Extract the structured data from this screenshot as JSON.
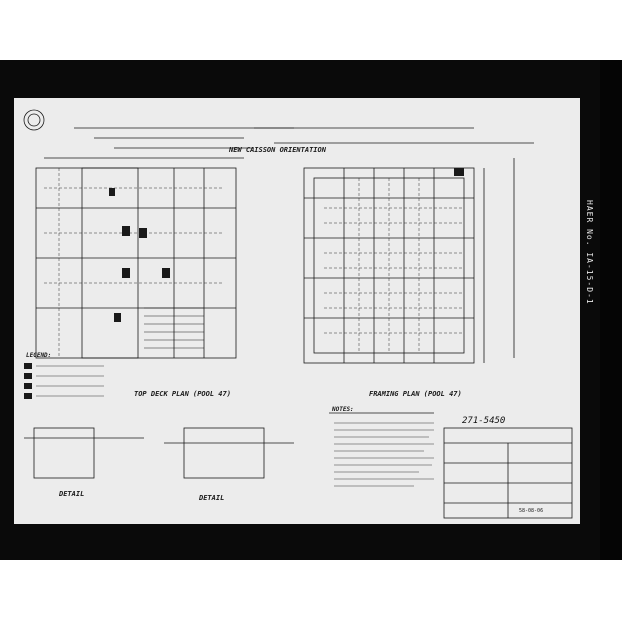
{
  "drawing": {
    "plan_left_title": "TOP DECK PLAN (POOL 47)",
    "plan_right_title": "FRAMING PLAN (POOL 47)",
    "new_caisson": "NEW CAISSON ORIENTATION",
    "legend_title": "LEGEND:",
    "notes_title": "NOTES:",
    "detail_label": "DETAIL",
    "sheet_number": "271-5450",
    "drawing_no": "58-08-06",
    "side_text": "HAER No. IA-15-D-1"
  }
}
